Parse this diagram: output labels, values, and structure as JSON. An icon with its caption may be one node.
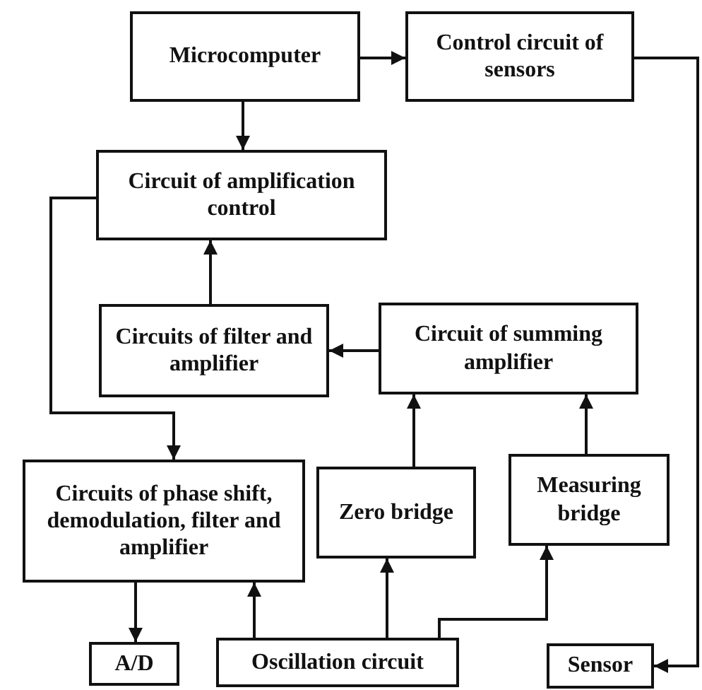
{
  "diagram": {
    "nodes": [
      {
        "text": [
          "Microcomputer"
        ]
      },
      {
        "text": [
          "Control circuit of sensors"
        ]
      },
      {
        "text": [
          "Circuit of amplification control"
        ]
      },
      {
        "text": [
          "Circuits of filter and amplifier"
        ]
      },
      {
        "text": [
          "Circuit of summing amplifier"
        ]
      },
      {
        "text": [
          "Circuits of phase shift, demodulation, filter and amplifier"
        ]
      },
      {
        "text": [
          "Zero bridge"
        ]
      },
      {
        "text": [
          "Measuring bridge"
        ]
      },
      {
        "text": [
          "A/D"
        ]
      },
      {
        "text": [
          "Oscillation circuit"
        ]
      },
      {
        "text": [
          "Sensor"
        ]
      }
    ],
    "edges": [
      {
        "from": 0,
        "to": 1,
        "arrow": "to"
      },
      {
        "from": 0,
        "to": 2,
        "arrow": "to"
      },
      {
        "from": 3,
        "to": 2,
        "arrow": "to"
      },
      {
        "from": 4,
        "to": 3,
        "arrow": "to"
      },
      {
        "from": 2,
        "to": 5,
        "arrow": "to"
      },
      {
        "from": 5,
        "to": 8,
        "arrow": "to"
      },
      {
        "from": 9,
        "to": 5,
        "arrow": "to"
      },
      {
        "from": 9,
        "to": 6,
        "arrow": "to"
      },
      {
        "from": 9,
        "to": 7,
        "arrow": "to"
      },
      {
        "from": 6,
        "to": 4,
        "arrow": "to"
      },
      {
        "from": 7,
        "to": 4,
        "arrow": "to"
      },
      {
        "from": 1,
        "to": 10,
        "arrow": "to"
      }
    ]
  }
}
